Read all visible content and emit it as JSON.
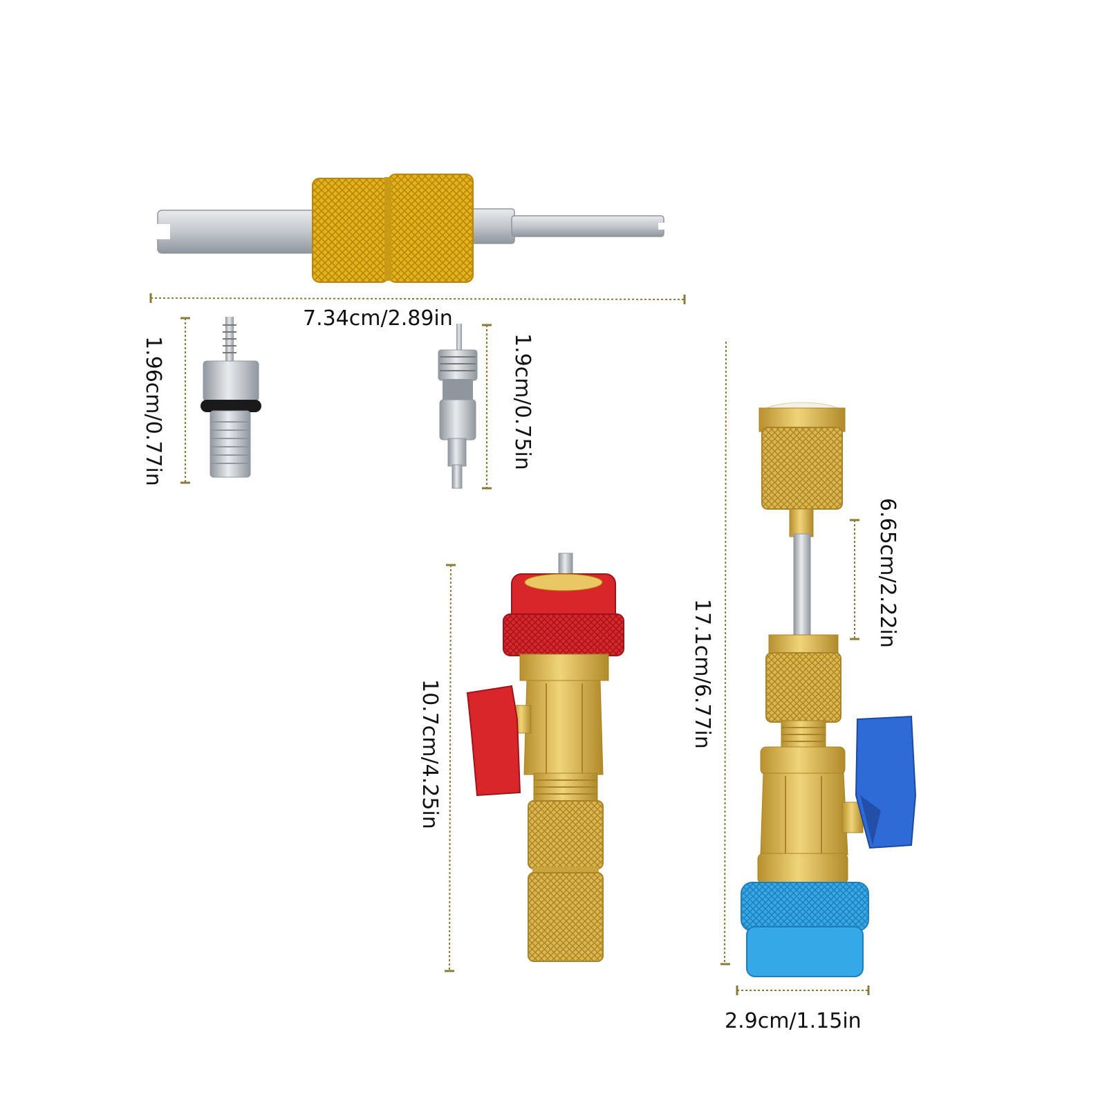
{
  "palette": {
    "gold": "#E4B21A",
    "gold_dark": "#B7860C",
    "brass": "#D7B24A",
    "silver": "#C9CDD1",
    "silver_dark": "#8F969D",
    "red": "#D8262B",
    "blue": "#2E6BD6",
    "blue_ring": "#35A9E8",
    "dim_line": "#8A7A35"
  },
  "dimensions": {
    "tool_length": "7.34cm/2.89in",
    "core_left_height": "1.96cm/0.77in",
    "core_right_height": "1.9cm/0.75in",
    "red_adapter_height": "10.7cm/4.25in",
    "blue_adapter_height": "17.1cm/6.77in",
    "blue_extension_length": "6.65cm/2.22in",
    "blue_adapter_width": "2.9cm/1.15in"
  }
}
